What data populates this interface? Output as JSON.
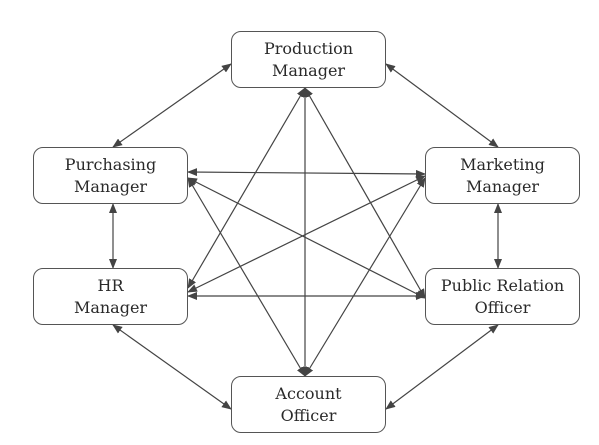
{
  "diagram": {
    "nodes": [
      {
        "id": "production",
        "lines": [
          "Production",
          "Manager"
        ]
      },
      {
        "id": "purchasing",
        "lines": [
          "Purchasing",
          "Manager"
        ]
      },
      {
        "id": "marketing",
        "lines": [
          "Marketing",
          "Manager"
        ]
      },
      {
        "id": "hr",
        "lines": [
          "HR",
          "Manager"
        ]
      },
      {
        "id": "pr",
        "lines": [
          "Public Relation",
          "Officer"
        ]
      },
      {
        "id": "account",
        "lines": [
          "Account",
          "Officer"
        ]
      }
    ],
    "edges": [
      {
        "from": "production",
        "to": "purchasing"
      },
      {
        "from": "production",
        "to": "marketing"
      },
      {
        "from": "production",
        "to": "hr"
      },
      {
        "from": "production",
        "to": "account"
      },
      {
        "from": "production",
        "to": "pr"
      },
      {
        "from": "purchasing",
        "to": "marketing"
      },
      {
        "from": "purchasing",
        "to": "hr"
      },
      {
        "from": "purchasing",
        "to": "pr"
      },
      {
        "from": "purchasing",
        "to": "account"
      },
      {
        "from": "marketing",
        "to": "hr"
      },
      {
        "from": "marketing",
        "to": "pr"
      },
      {
        "from": "marketing",
        "to": "account"
      },
      {
        "from": "hr",
        "to": "pr"
      },
      {
        "from": "hr",
        "to": "account"
      },
      {
        "from": "pr",
        "to": "account"
      }
    ],
    "direction": "bidirectional",
    "line_color": "#444444"
  }
}
